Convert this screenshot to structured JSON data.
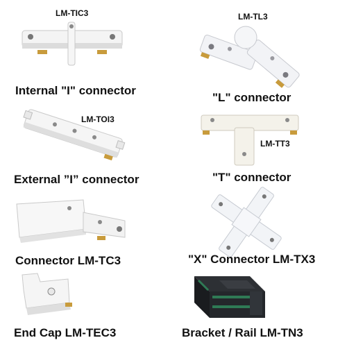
{
  "products": [
    {
      "code": "LM-TIC3",
      "caption": "Internal \"I\" connector",
      "icon": "straight-internal-connector"
    },
    {
      "code": "LM-TL3",
      "caption": "\"L\" connector",
      "icon": "l-connector"
    },
    {
      "code": "LM-TOI3",
      "caption": "External ”I” connector",
      "icon": "straight-external-connector"
    },
    {
      "code": "LM-TT3",
      "caption": "\"T\" connector",
      "icon": "t-connector"
    },
    {
      "code": "",
      "caption": "Connector LM-TC3",
      "icon": "live-end-connector"
    },
    {
      "code": "",
      "caption": "\"X\" Connector LM-TX3",
      "icon": "x-connector"
    },
    {
      "code": "",
      "caption": "End Cap LM-TEC3",
      "icon": "end-cap"
    },
    {
      "code": "",
      "caption": "Bracket / Rail LM-TN3",
      "icon": "track-rail"
    }
  ]
}
